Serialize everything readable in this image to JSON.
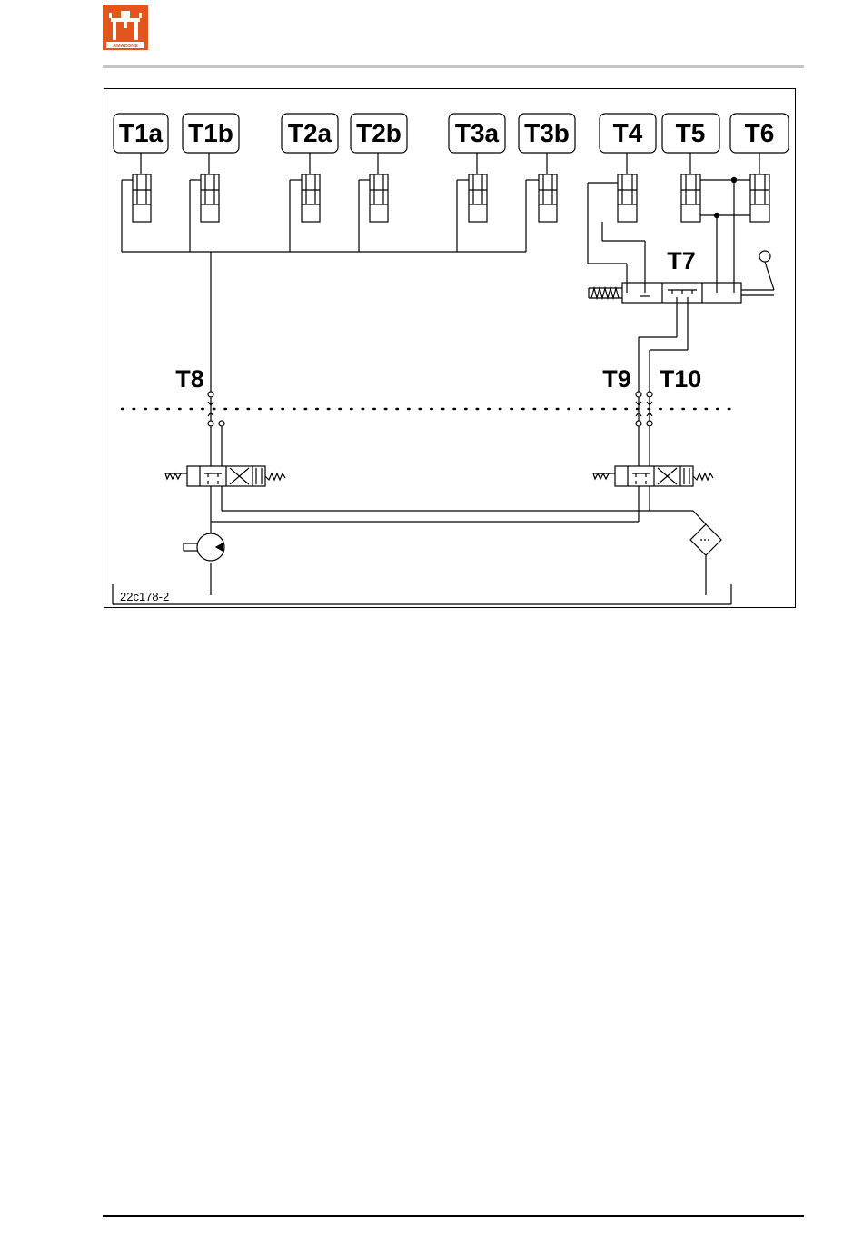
{
  "logo": {
    "icon": "amazone-logo",
    "text": "AMAZONE",
    "color": "#e4551e"
  },
  "diagram": {
    "chips": {
      "T1a": "T1a",
      "T1b": "T1b",
      "T2a": "T2a",
      "T2b": "T2b",
      "T3a": "T3a",
      "T3b": "T3b",
      "T4": "T4",
      "T5": "T5",
      "T6": "T6"
    },
    "labels": {
      "T7": "T7",
      "T8": "T8",
      "T9": "T9",
      "T10": "T10"
    },
    "figure_id": "22c178-2"
  }
}
